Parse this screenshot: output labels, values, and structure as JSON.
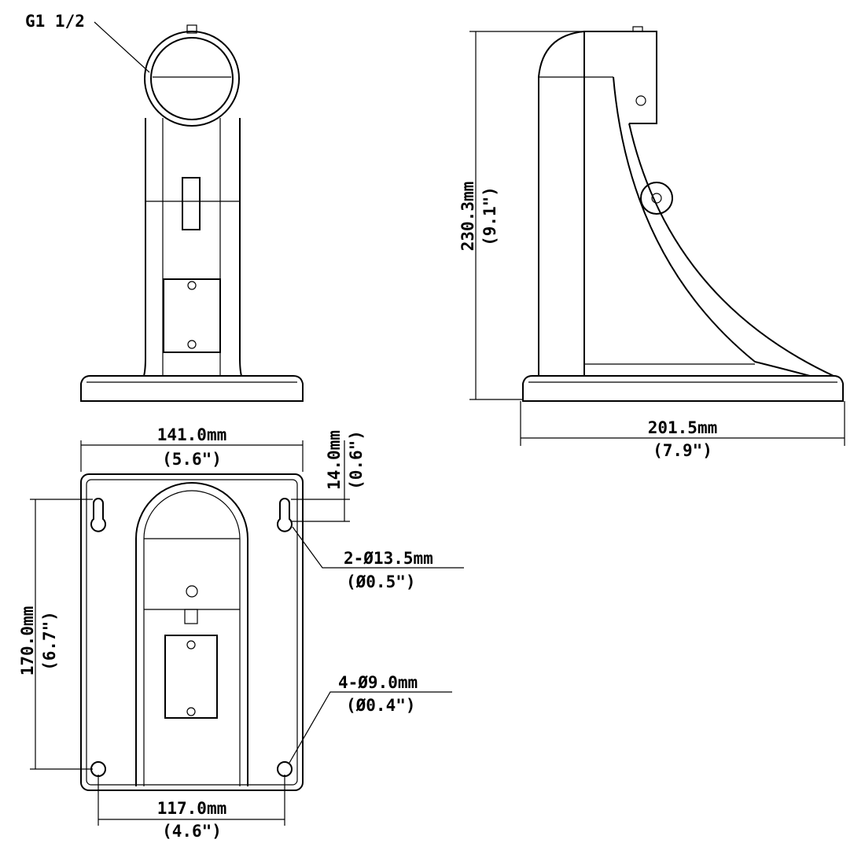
{
  "front_view": {
    "thread_label": "G1 1/2"
  },
  "side_view": {
    "height_mm": "230.3mm",
    "height_in": "(9.1\")",
    "depth_mm": "201.5mm",
    "depth_in": "(7.9\")"
  },
  "bottom_view": {
    "width_mm": "141.0mm",
    "width_in": "(5.6\")",
    "offset_mm": "14.0mm",
    "offset_in": "(0.6\")",
    "hole_spacing_v_mm": "170.0mm",
    "hole_spacing_v_in": "(6.7\")",
    "keyhole_mm": "2-Ø13.5mm",
    "keyhole_in": "(Ø0.5\")",
    "hole_mm": "4-Ø9.0mm",
    "hole_in": "(Ø0.4\")",
    "hole_spacing_h_mm": "117.0mm",
    "hole_spacing_h_in": "(4.6\")"
  }
}
